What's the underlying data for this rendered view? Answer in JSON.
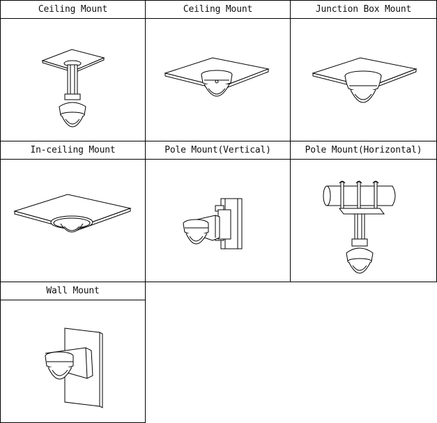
{
  "mounts": [
    {
      "label": "Ceiling Mount",
      "icon": "pendant-ceiling-mount-icon"
    },
    {
      "label": "Ceiling Mount",
      "icon": "flush-ceiling-mount-icon"
    },
    {
      "label": "Junction Box Mount",
      "icon": "junction-box-mount-icon"
    },
    {
      "label": "In-ceiling Mount",
      "icon": "in-ceiling-mount-icon"
    },
    {
      "label": "Pole Mount(Vertical)",
      "icon": "vertical-pole-mount-icon"
    },
    {
      "label": "Pole Mount(Horizontal)",
      "icon": "horizontal-pole-mount-icon"
    },
    {
      "label": "Wall Mount",
      "icon": "wall-mount-icon"
    }
  ]
}
